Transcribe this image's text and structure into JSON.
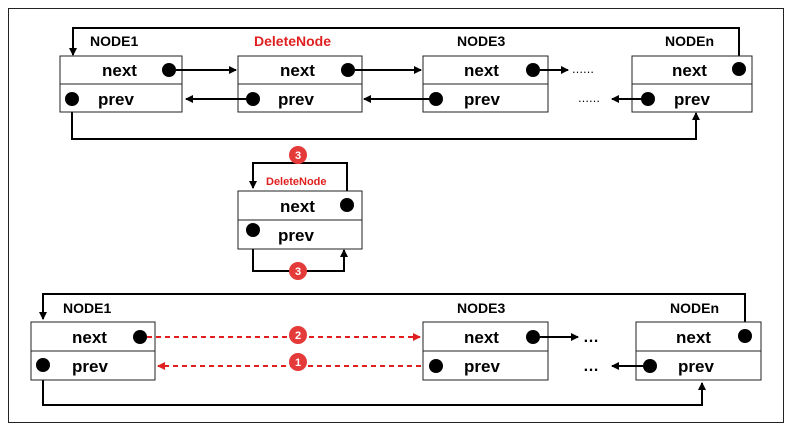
{
  "top": {
    "node1": "NODE1",
    "delete": "DeleteNode",
    "node3": "NODE3",
    "noden": "NODEn",
    "next": "next",
    "prev": "prev",
    "dots": "……",
    "dots2": "……"
  },
  "middle": {
    "delete": "DeleteNode",
    "next": "next",
    "prev": "prev",
    "step_top": "3",
    "step_bottom": "3"
  },
  "bottom": {
    "node1": "NODE1",
    "node3": "NODE3",
    "noden": "NODEn",
    "next": "next",
    "prev": "prev",
    "dots": "…",
    "dots2": "…",
    "step_next": "2",
    "step_prev": "1"
  },
  "colors": {
    "black": "#000000",
    "red": "#e02020",
    "badge": "#e53a3a"
  }
}
